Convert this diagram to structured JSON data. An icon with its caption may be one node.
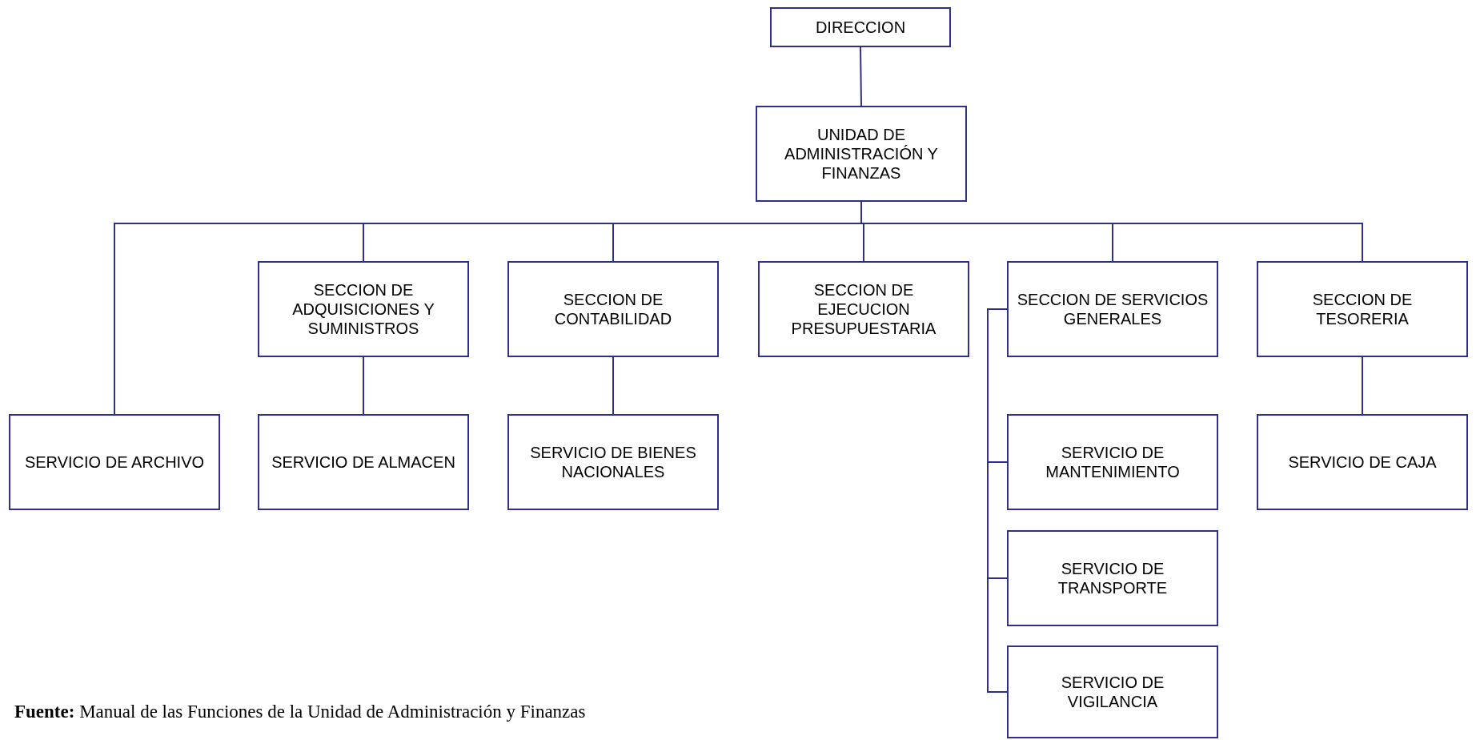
{
  "diagram": {
    "caption": "**Fuente:** Manual de las Funciones de la Unidad de Administración y Finanzas",
    "nodes": [
      {
        "text": [
          "DIRECCION"
        ]
      },
      {
        "text": [
          "UNIDAD DE ADMINISTRACIÓN Y FINANZAS"
        ]
      },
      {
        "text": [
          "SECCION DE ADQUISICIONES Y SUMINISTROS"
        ]
      },
      {
        "text": [
          "SECCION DE CONTABILIDAD"
        ]
      },
      {
        "text": [
          "SECCION DE EJECUCION PRESUPUESTARIA"
        ]
      },
      {
        "text": [
          "SECCION DE SERVICIOS GENERALES"
        ]
      },
      {
        "text": [
          "SECCION DE TESORERIA"
        ]
      },
      {
        "text": [
          "SERVICIO DE ARCHIVO"
        ]
      },
      {
        "text": [
          "SERVICIO DE ALMACEN"
        ]
      },
      {
        "text": [
          "SERVICIO DE BIENES NACIONALES"
        ]
      },
      {
        "text": [
          "SERVICIO DE MANTENIMIENTO"
        ]
      },
      {
        "text": [
          "SERVICIO DE CAJA"
        ]
      },
      {
        "text": [
          "SERVICIO DE TRANSPORTE"
        ]
      },
      {
        "text": [
          "SERVICIO DE VIGILANCIA"
        ]
      }
    ],
    "edges": [
      {
        "from": 0,
        "to": 1,
        "arrow": "none"
      },
      {
        "from": 1,
        "to": 7,
        "arrow": "none"
      },
      {
        "from": 1,
        "to": 2,
        "arrow": "none"
      },
      {
        "from": 1,
        "to": 3,
        "arrow": "none"
      },
      {
        "from": 1,
        "to": 4,
        "arrow": "none"
      },
      {
        "from": 1,
        "to": 5,
        "arrow": "none"
      },
      {
        "from": 1,
        "to": 6,
        "arrow": "none"
      },
      {
        "from": 2,
        "to": 8,
        "arrow": "none"
      },
      {
        "from": 3,
        "to": 9,
        "arrow": "none"
      },
      {
        "from": 5,
        "to": 10,
        "arrow": "none"
      },
      {
        "from": 5,
        "to": 12,
        "arrow": "none"
      },
      {
        "from": 5,
        "to": 13,
        "arrow": "none"
      },
      {
        "from": 6,
        "to": 11,
        "arrow": "none"
      }
    ]
  }
}
